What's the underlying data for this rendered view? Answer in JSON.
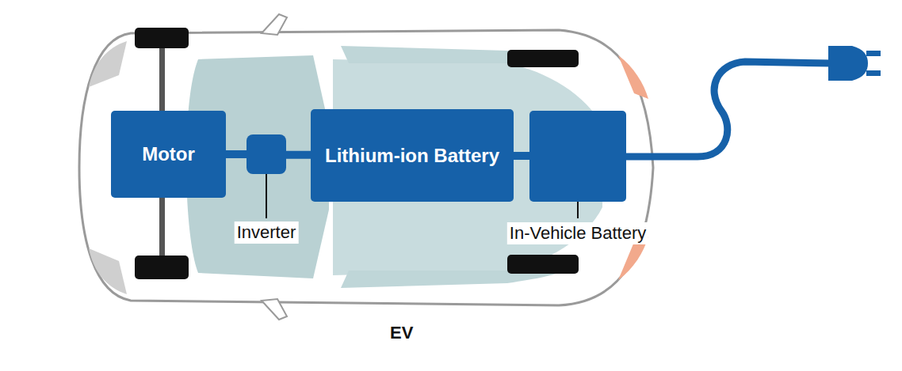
{
  "diagram": {
    "caption": "EV",
    "nodes": [
      {
        "text": [
          "Motor"
        ]
      },
      {
        "text": [
          "Inverter"
        ]
      },
      {
        "text": [
          "Lithium-ion Battery"
        ]
      },
      {
        "text": [
          "In-Vehicle Battery"
        ]
      }
    ],
    "edges": [
      {
        "from": 0,
        "to": 1,
        "arrow": "none"
      },
      {
        "from": 1,
        "to": 2,
        "arrow": "none"
      },
      {
        "from": 2,
        "to": 3,
        "arrow": "none"
      }
    ]
  }
}
